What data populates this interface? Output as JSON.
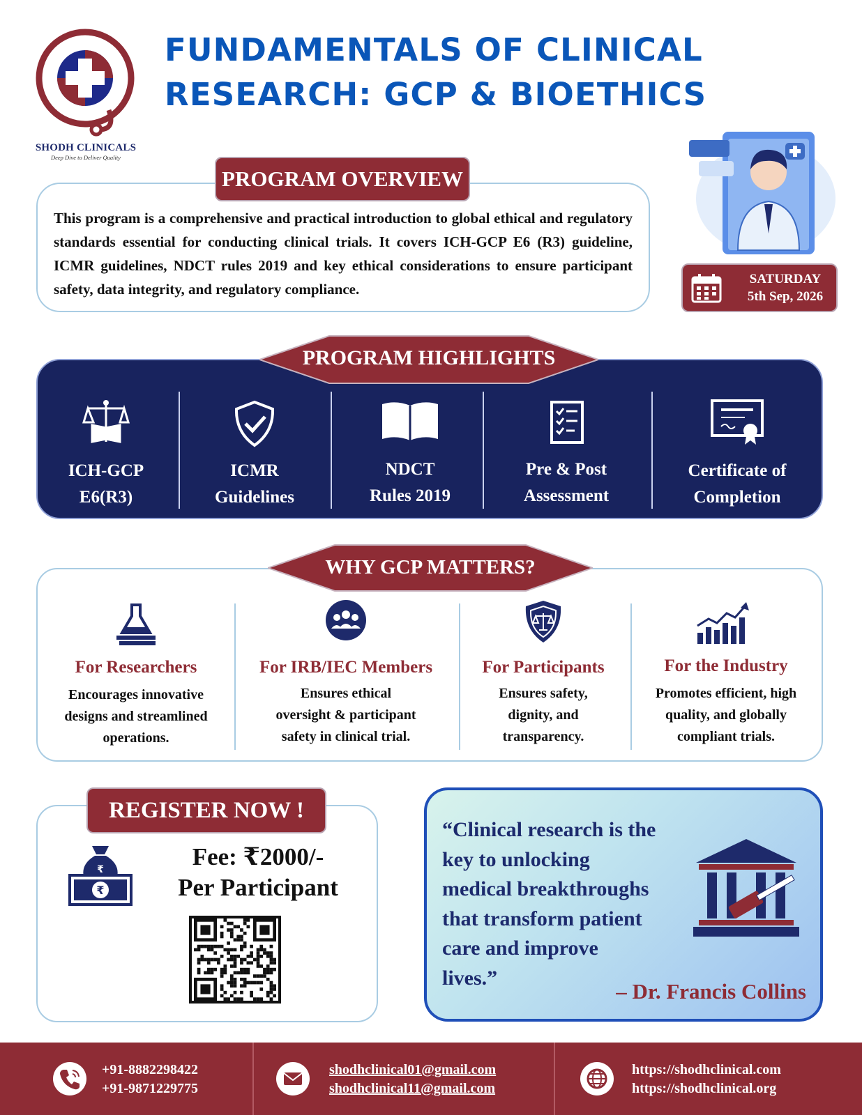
{
  "brand": {
    "name": "SHODH CLINICALS",
    "tagline": "Deep Dive to Deliver Quality"
  },
  "title": {
    "line1": "FUNDAMENTALS OF CLINICAL",
    "line2": "RESEARCH: GCP & BIOETHICS"
  },
  "overview": {
    "heading": "PROGRAM OVERVIEW",
    "body": "This program is a comprehensive and practical introduction to global ethical and regulatory standards essential for conducting clinical trials. It covers ICH-GCP E6 (R3) guideline, ICMR guidelines, NDCT rules 2019 and key ethical considerations to ensure participant safety, data integrity, and regulatory compliance."
  },
  "event_date": {
    "day": "SATURDAY",
    "date": "5th Sep, 2026"
  },
  "highlights": {
    "heading": "PROGRAM HIGHLIGHTS",
    "items": [
      {
        "line1": "ICH-GCP",
        "line2": "E6(R3)",
        "icon": "scales-book-icon"
      },
      {
        "line1": "ICMR",
        "line2": "Guidelines",
        "icon": "shield-check-icon"
      },
      {
        "line1": "NDCT",
        "line2": "Rules 2019",
        "icon": "open-book-icon"
      },
      {
        "line1": "Pre & Post",
        "line2": "Assessment",
        "icon": "checklist-icon"
      },
      {
        "line1": "Certificate of",
        "line2": "Completion",
        "icon": "certificate-icon"
      }
    ]
  },
  "why": {
    "heading": "WHY GCP MATTERS?",
    "items": [
      {
        "title": "For Researchers",
        "desc": [
          "Encourages innovative",
          "designs and streamlined",
          "operations."
        ],
        "icon": "flask-books-icon"
      },
      {
        "title": "For IRB/IEC Members",
        "desc": [
          "Ensures ethical",
          "oversight & participant",
          "safety in clinical trial."
        ],
        "icon": "group-icon"
      },
      {
        "title": "For Participants",
        "desc": [
          "Ensures safety,",
          "dignity, and",
          "transparency."
        ],
        "icon": "shield-scales-icon"
      },
      {
        "title": "For the Industry",
        "desc": [
          "Promotes efficient, high",
          "quality, and globally",
          "compliant trials."
        ],
        "icon": "growth-chart-icon"
      }
    ]
  },
  "register": {
    "heading": "REGISTER NOW !",
    "fee_line1": "Fee: ₹2000/-",
    "fee_line2": "Per Participant"
  },
  "quote": {
    "lines": [
      "“Clinical research is the",
      "key to unlocking",
      "medical breakthroughs",
      "that transform patient",
      "care and improve",
      "lives.”"
    ],
    "author": "– Dr. Francis Collins"
  },
  "contact": {
    "phones": [
      "+91-8882298422",
      "+91-9871229775"
    ],
    "emails": [
      "shodhclinical01@gmail.com",
      "shodhclinical11@gmail.com"
    ],
    "websites": [
      "https://shodhclinical.com",
      "https://shodhclinical.org"
    ]
  },
  "colors": {
    "maroon": "#8e2c35",
    "navy": "#18235e",
    "title_blue": "#0a56b8"
  }
}
